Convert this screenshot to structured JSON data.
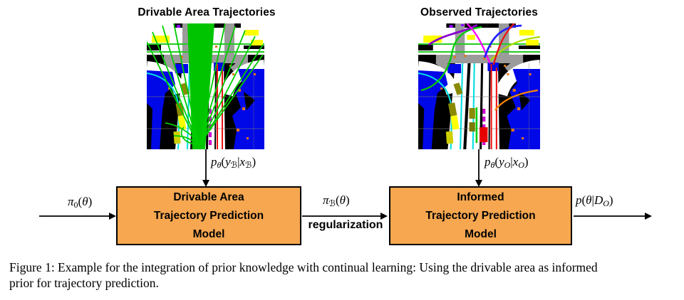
{
  "figure": {
    "left_panel": {
      "title": "Drivable Area Trajectories"
    },
    "right_panel": {
      "title": "Observed Trajectories"
    },
    "boxes": {
      "left": {
        "lines": [
          "Drivable Area",
          "Trajectory Prediction",
          "Model"
        ]
      },
      "right": {
        "lines": [
          "Informed",
          "Trajectory Prediction",
          "Model"
        ]
      }
    },
    "labels": {
      "regularization": "regularization"
    },
    "math": {
      "initial_prior": [
        {
          "t": "π",
          "s": "i"
        },
        {
          "t": "0",
          "s": "subn"
        },
        {
          "t": "(",
          "s": "n"
        },
        {
          "t": "θ",
          "s": "i"
        },
        {
          "t": ")",
          "s": "n"
        }
      ],
      "drivable_likelihood": [
        {
          "t": "p",
          "s": "i"
        },
        {
          "t": "θ",
          "s": "sub"
        },
        {
          "t": "(",
          "s": "n"
        },
        {
          "t": "y",
          "s": "i"
        },
        {
          "t": "ℬ",
          "s": "sub"
        },
        {
          "t": "|",
          "s": "n"
        },
        {
          "t": "x",
          "s": "i"
        },
        {
          "t": "ℬ",
          "s": "sub"
        },
        {
          "t": ")",
          "s": "n"
        }
      ],
      "observed_likelihood": [
        {
          "t": "p",
          "s": "i"
        },
        {
          "t": "θ",
          "s": "sub"
        },
        {
          "t": "(",
          "s": "n"
        },
        {
          "t": "y",
          "s": "i"
        },
        {
          "t": "O",
          "s": "sub"
        },
        {
          "t": "|",
          "s": "n"
        },
        {
          "t": "x",
          "s": "i"
        },
        {
          "t": "O",
          "s": "sub"
        },
        {
          "t": ")",
          "s": "n"
        }
      ],
      "informed_prior": [
        {
          "t": "π",
          "s": "i"
        },
        {
          "t": "ℬ",
          "s": "sub"
        },
        {
          "t": "(",
          "s": "n"
        },
        {
          "t": "θ",
          "s": "i"
        },
        {
          "t": ")",
          "s": "n"
        }
      ],
      "posterior": [
        {
          "t": "p",
          "s": "i"
        },
        {
          "t": "(",
          "s": "n"
        },
        {
          "t": "θ",
          "s": "i"
        },
        {
          "t": "|",
          "s": "n"
        },
        {
          "t": "D",
          "s": "i"
        },
        {
          "t": "O",
          "s": "sub"
        },
        {
          "t": ")",
          "s": "n"
        }
      ]
    },
    "caption": {
      "line1": "Figure 1: Example for the integration of prior knowledge with continual learning: Using the drivable area as informed",
      "line2": "prior for trajectory prediction."
    },
    "colors": {
      "box_fill": "#F6A750",
      "box_border": "#000000",
      "arrow": "#000000",
      "map_background": "#000000",
      "drivable_road": "#FFFFFF",
      "non_drivable_area": "#0008E8",
      "crosswalk": "#9B9B9B",
      "vehicle_yellow": "#FFFF00",
      "prior_trajectory_green": "#00C400",
      "observed_trajectory_colors": [
        "#00CC00",
        "#00E0E0",
        "#EE1111",
        "#FF00FF",
        "#8800CC",
        "#2222FF",
        "#FF8800",
        "#AADD00",
        "#CC00CC"
      ]
    }
  }
}
